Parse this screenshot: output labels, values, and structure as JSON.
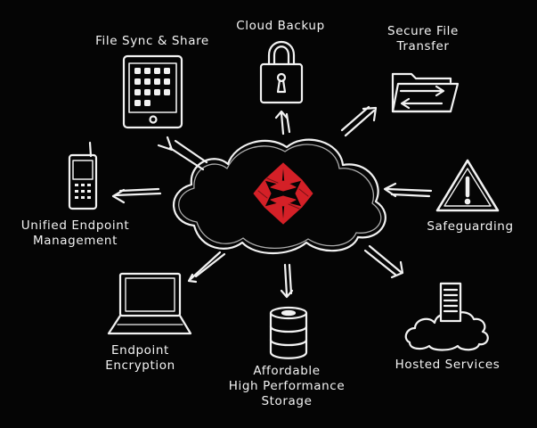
{
  "brand": {
    "accent_color": "#d42027",
    "chalk_color": "#f2f2f2",
    "background_color": "#050505"
  },
  "center": {
    "icon": "red-diamond-logo-icon"
  },
  "services": {
    "file_sync": {
      "label": "File Sync & Share",
      "icon": "tablet-icon"
    },
    "cloud_backup": {
      "label": "Cloud Backup",
      "icon": "padlock-icon"
    },
    "secure_transfer": {
      "line1": "Secure File",
      "line2": "Transfer",
      "icon": "folder-transfer-icon"
    },
    "endpoint_mgmt": {
      "line1": "Unified Endpoint",
      "line2": "Management",
      "icon": "mobile-phone-icon"
    },
    "safeguarding": {
      "label": "Safeguarding",
      "icon": "warning-triangle-icon"
    },
    "endpoint_enc": {
      "line1": "Endpoint",
      "line2": "Encryption",
      "icon": "laptop-icon"
    },
    "storage": {
      "line1": "Affordable",
      "line2": "High Performance",
      "line3": "Storage",
      "icon": "database-icon"
    },
    "hosted": {
      "label": "Hosted Services",
      "icon": "server-cloud-icon"
    }
  }
}
